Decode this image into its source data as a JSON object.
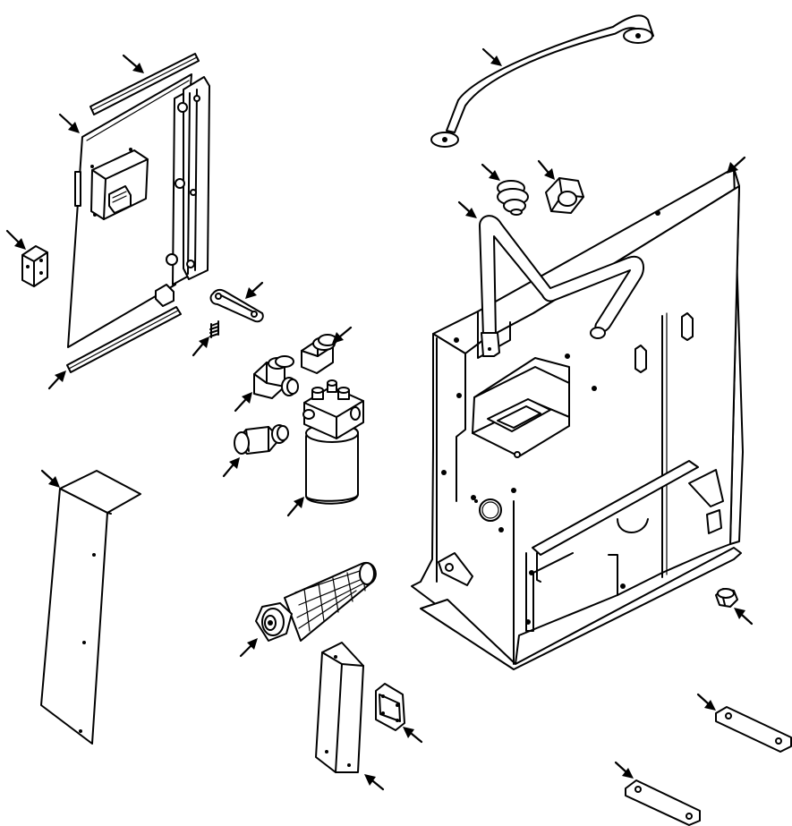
{
  "diagram": {
    "type": "exploded parts view",
    "background_color": "#ffffff",
    "line_color": "#000000",
    "parts": [
      "top-seal-strip",
      "side-panel",
      "hinge-strip",
      "small-bracket",
      "bottom-seal-strip",
      "spring",
      "slotted-link",
      "elbow-fitting",
      "straight-fitting",
      "hex-adapter",
      "filter-assembly",
      "long-angle-bracket",
      "strainer-element",
      "mounting-plate",
      "square-plate",
      "grab-handle",
      "breather-cap",
      "filler-cap",
      "tube-assembly",
      "tank-housing",
      "drain-plug",
      "flat-link-upper",
      "flat-link-lower"
    ],
    "callout_arrows": 22
  }
}
